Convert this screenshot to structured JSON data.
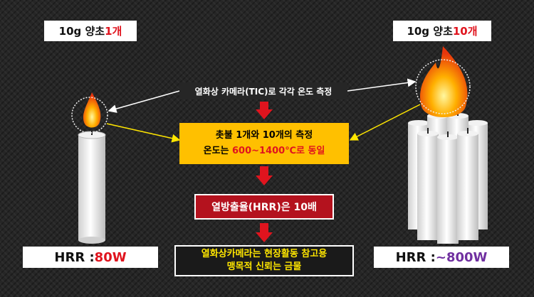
{
  "left_label": {
    "prefix": "10g 양초 ",
    "highlight": "1개"
  },
  "right_label": {
    "prefix": "10g 양초 ",
    "highlight": "10개"
  },
  "tic_label": "열화상 카메라(TIC)로 각각 온도 측정",
  "measure_box": {
    "line1": "촛불 1개와 10개의 측정",
    "line2_prefix": "온도는 ",
    "line2_highlight": "600~1400℃로 동일"
  },
  "hrr_box": "열방출율(HRR)은 10배",
  "conclusion": {
    "line1": "열화상카메라는 현장활동 참고용",
    "line2": "맹목적 신뢰는 금물"
  },
  "hrr_left": {
    "prefix": "HRR : ",
    "value": "80W"
  },
  "hrr_right": {
    "prefix": "HRR : ",
    "value": "~800W"
  },
  "colors": {
    "accent_red": "#e0141e",
    "box_yellow": "#ffc000",
    "box_red": "#b4121e",
    "conclusion_text": "#ffe600",
    "hrr_right_value": "#7030a0",
    "arrow_white": "#ffffff",
    "arrow_yellow": "#ffe600"
  }
}
